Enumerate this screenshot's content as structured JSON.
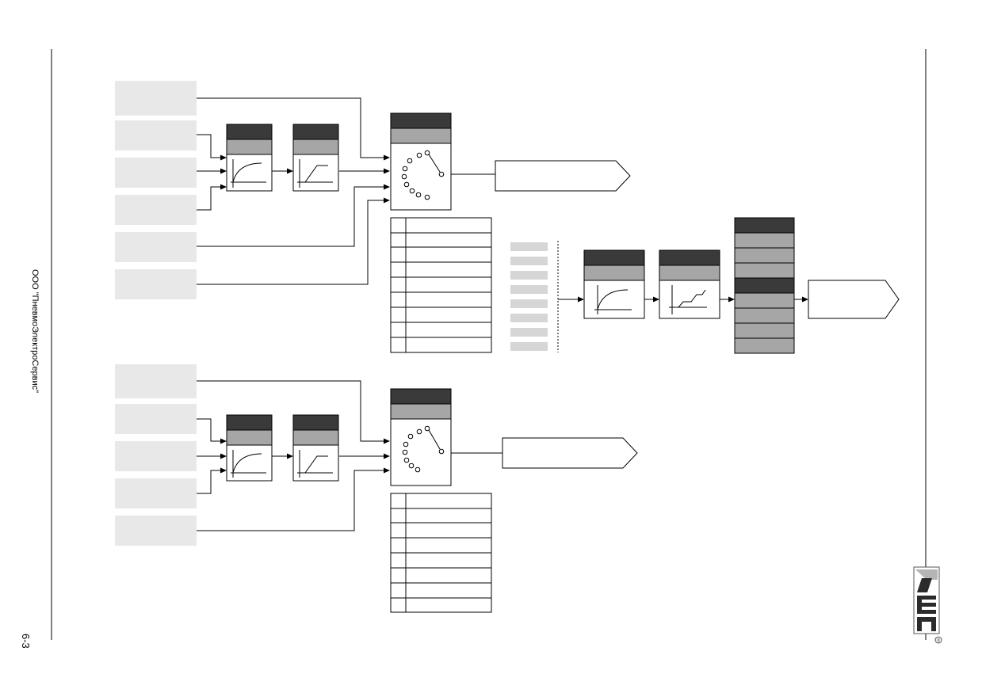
{
  "header": {
    "company_name": "ООО \"ПневмоЭлектроСервис\"",
    "page_number": "6-3"
  },
  "logo": {
    "icon": "pes-logo-icon",
    "registered_mark": "®"
  },
  "colors": {
    "input_box": "#e8e8e8",
    "block_header_dark": "#3a3a3a",
    "block_header_gray": "#a6a6a6",
    "aux_bar": "#d6d6d6",
    "line": "#000000"
  },
  "groups": [
    {
      "id": "group-a",
      "inputs": 6,
      "table_rows": 9
    },
    {
      "id": "group-b",
      "inputs": 5,
      "table_rows": 8
    }
  ],
  "right_chain": {
    "aux_bars": 8,
    "output_stack_rows": 9
  }
}
